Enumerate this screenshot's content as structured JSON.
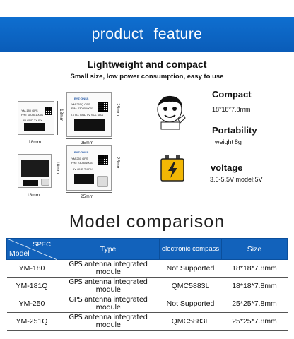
{
  "banner": {
    "title": "product  feature"
  },
  "feature": {
    "title": "Lightweight and compact",
    "subtitle": "Small size, low power consumption, easy to use"
  },
  "boards": {
    "b180": {
      "label1": "YM-180",
      "label2": "GPS",
      "pn": "P/N: 1808010001",
      "pins": "5V GND TX RX"
    },
    "b181q": {
      "brand": "EYZ·GNSS",
      "label1": "YM-251Q",
      "label2": "GPS",
      "pn": "P/N: 2308010001",
      "pins": "TX RX GND 5V SCL SDA",
      "dim_w": "25mm",
      "dim_h": "25mm"
    },
    "b180_dims": {
      "w": "18mm",
      "h": "18mm"
    },
    "b250": {
      "brand": "EYZ·GNSS",
      "label1": "YM-250",
      "label2": "GPS",
      "pn": "P/N: 2308010001",
      "pins": "5V GND TX RX",
      "dim_w": "25mm",
      "dim_h": "25mm"
    },
    "b181_dims": {
      "w": "18mm",
      "h": "18mm"
    }
  },
  "features": [
    {
      "head": "Compact",
      "sub": "18*18*7.8mm",
      "icon": "face-icon"
    },
    {
      "head": "Portability",
      "sub": "weight 8g",
      "icon": "none"
    },
    {
      "head": "voltage",
      "sub": "3.6-5.5V  model:5V",
      "icon": "battery-icon"
    }
  ],
  "comparison": {
    "title": "Model comparison",
    "header": {
      "spec": "SPEC",
      "model": "Model",
      "type": "Type",
      "compass": "electronic compass",
      "size": "Size"
    },
    "rows": [
      {
        "model": "YM-180",
        "type": "GPS antenna integrated module",
        "compass": "Not Supported",
        "size": "18*18*7.8mm"
      },
      {
        "model": "YM-181Q",
        "type": "GPS antenna integrated module",
        "compass": "QMC5883L",
        "size": "18*18*7.8mm"
      },
      {
        "model": "YM-250",
        "type": "GPS antenna integrated module",
        "compass": "Not Supported",
        "size": "25*25*7.8mm"
      },
      {
        "model": "YM-251Q",
        "type": "GPS antenna integrated module",
        "compass": "QMC5883L",
        "size": "25*25*7.8mm"
      }
    ]
  },
  "colors": {
    "banner": "#0a5cb8",
    "table_header": "#1262bb",
    "battery": "#f2b705"
  }
}
